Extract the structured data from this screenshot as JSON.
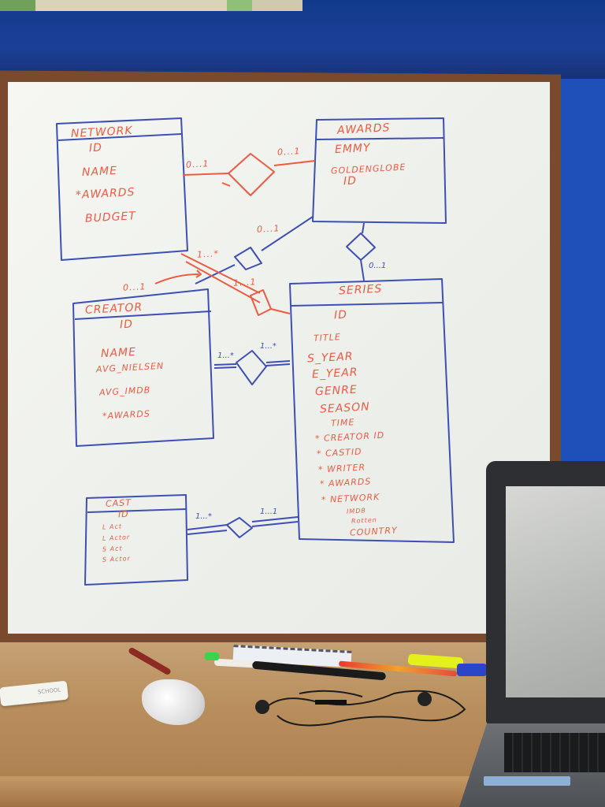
{
  "whiteboard": {
    "network": {
      "title": "NETWORK",
      "fields": [
        "ID",
        "NAME",
        "*AWARDS",
        "BUDGET"
      ]
    },
    "awards": {
      "title": "AWARDS",
      "fields": [
        "EMMY",
        "GOLDENGLOBE",
        "ID"
      ]
    },
    "creator": {
      "title": "CREATOR",
      "fields": [
        "ID",
        "NAME",
        "AVG_NIELSEN",
        "AVG_IMDB",
        "*AWARDS"
      ]
    },
    "series": {
      "title": "SERIES",
      "fields": [
        "ID",
        "TITLE",
        "S_YEAR",
        "E_YEAR",
        "GENRE",
        "SEASON",
        "TIME",
        "* CREATOR ID",
        "* CASTID",
        "* WRITER",
        "* AWARDS",
        "* NETWORK",
        "IMDB",
        "Rotten",
        "COUNTRY"
      ]
    },
    "cast": {
      "title": "CAST",
      "fields": [
        "ID",
        "L Act",
        "L Actor",
        "S Act",
        "S Actor"
      ]
    },
    "cardinalities": [
      "0...1",
      "0...1",
      "0...1",
      "0...1",
      "1...*",
      "1...*",
      "1...*",
      "1...1",
      "1...*",
      "1...1",
      "0...1"
    ]
  },
  "desk": {
    "marker_label": "SCHOOL"
  },
  "colors": {
    "red_ink": "#ec5b42",
    "blue_ink": "#3e4fb4",
    "board": "#f4f5f1",
    "frame": "#7a4a2e",
    "wall": "#1f4fb8"
  }
}
